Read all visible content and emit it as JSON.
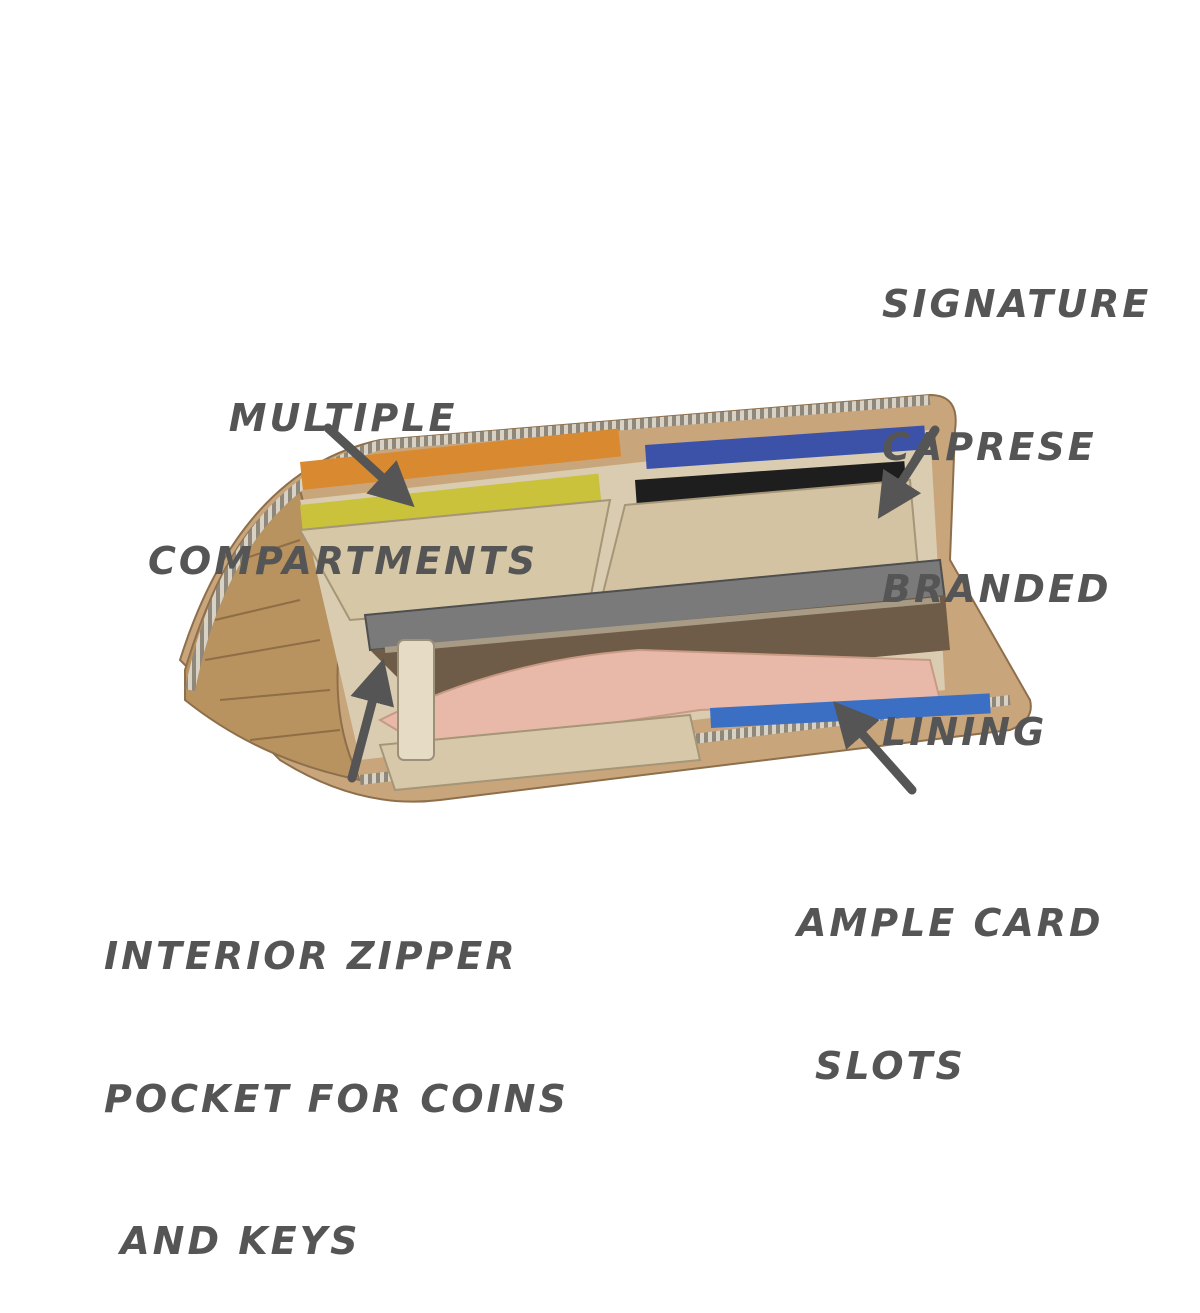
{
  "callouts": {
    "compartments": {
      "lines": [
        "MULTIPLE",
        "COMPARTMENTS"
      ]
    },
    "lining": {
      "lines": [
        "SIGNATURE",
        "CAPRESE",
        "BRANDED",
        "LINING"
      ]
    },
    "zipper": {
      "lines": [
        "INTERIOR ZIPPER",
        "POCKET FOR COINS",
        " AND KEYS"
      ]
    },
    "card_slots": {
      "lines": [
        "AMPLE CARD",
        "SLOTS"
      ]
    }
  },
  "colors": {
    "text": "#555555",
    "leather": "#c9a57c",
    "leather_dark": "#a8835a",
    "lining": "#d9ccb0",
    "zipper": "#b8b0a0",
    "phone": "#7a7a7a",
    "card_orange": "#d98a30",
    "card_yellow": "#c9c23a",
    "card_blue": "#3b52a8",
    "card_black": "#1e1e1e",
    "card_lightblue": "#3a6fc4",
    "cash": "#e8b9a8"
  },
  "icons": {
    "arrow": "arrow-icon"
  }
}
